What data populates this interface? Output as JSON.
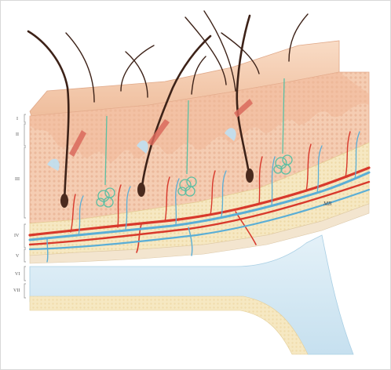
{
  "diagram": {
    "layer_labels": [
      "I",
      "II",
      "III",
      "IV",
      "V",
      "VI",
      "VII"
    ],
    "signature": "MB"
  },
  "colors": {
    "background": "#ffffff",
    "epidermis": "#f2c8a8",
    "dermis": "#f5cdb3",
    "dermis_dots": "#e8b394",
    "fat": "#f6e8c2",
    "fascia": "#d5e8f3",
    "muscle_edge": "#bcd8ea",
    "artery": "#d8392c",
    "vein": "#5aaed6",
    "hair": "#3d2218",
    "gland": "#5bbfa3",
    "nerve": "#8cc2df"
  }
}
